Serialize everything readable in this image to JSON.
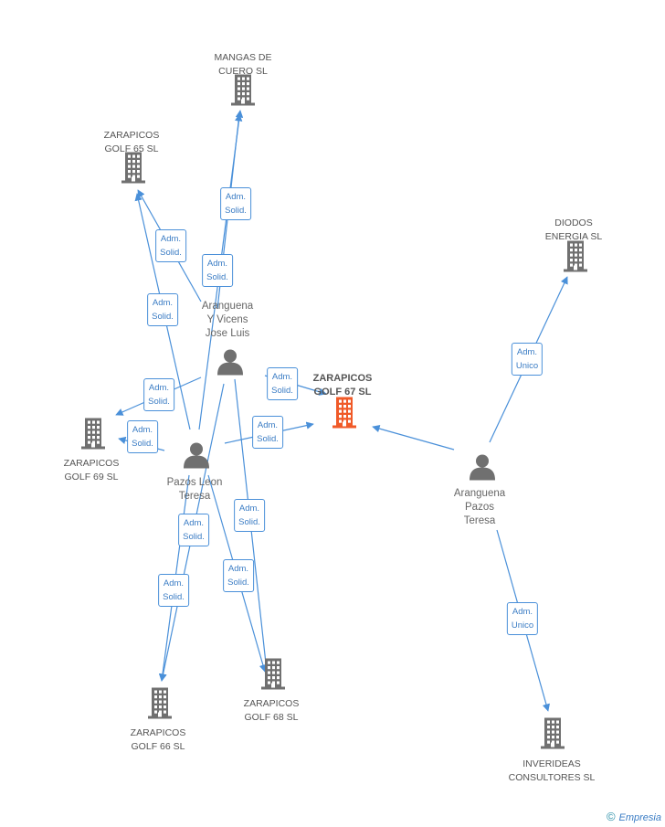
{
  "colors": {
    "building": "#707070",
    "focus": "#f05a28",
    "person": "#707070",
    "edge": "#4a90d9"
  },
  "companies": [
    {
      "id": "mangas",
      "label": "MANGAS DE\nCUERO SL"
    },
    {
      "id": "g65",
      "label": "ZARAPICOS\nGOLF 65 SL"
    },
    {
      "id": "diodos",
      "label": "DIODOS\nENERGIA SL"
    },
    {
      "id": "g67",
      "label": "ZARAPICOS\nGOLF 67 SL",
      "focus": true
    },
    {
      "id": "g69",
      "label": "ZARAPICOS\nGOLF 69 SL"
    },
    {
      "id": "g68",
      "label": "ZARAPICOS\nGOLF 68 SL"
    },
    {
      "id": "g66",
      "label": "ZARAPICOS\nGOLF 66 SL"
    },
    {
      "id": "inver",
      "label": "INVERIDEAS\nCONSULTORES SL"
    }
  ],
  "persons": [
    {
      "id": "aranguena_vicens",
      "label": "Aranguena\nY Vicens\nJose Luis"
    },
    {
      "id": "pazos_leon",
      "label": "Pazos Leon\nTeresa"
    },
    {
      "id": "aranguena_pazos",
      "label": "Aranguena\nPazos\nTeresa"
    }
  ],
  "relations": [
    {
      "label": "Adm.\nSolid."
    },
    {
      "label": "Adm.\nSolid."
    },
    {
      "label": "Adm.\nSolid."
    },
    {
      "label": "Adm.\nSolid."
    },
    {
      "label": "Adm.\nSolid."
    },
    {
      "label": "Adm.\nSolid."
    },
    {
      "label": "Adm.\nSolid."
    },
    {
      "label": "Adm.\nSolid."
    },
    {
      "label": "Adm.\nSolid."
    },
    {
      "label": "Adm.\nSolid."
    },
    {
      "label": "Adm.\nSolid."
    },
    {
      "label": "Adm.\nSolid."
    },
    {
      "label": "Adm.\nUnico"
    },
    {
      "label": "Adm.\nUnico"
    }
  ],
  "footer": {
    "copyright": "©",
    "brand": "Empresia"
  }
}
